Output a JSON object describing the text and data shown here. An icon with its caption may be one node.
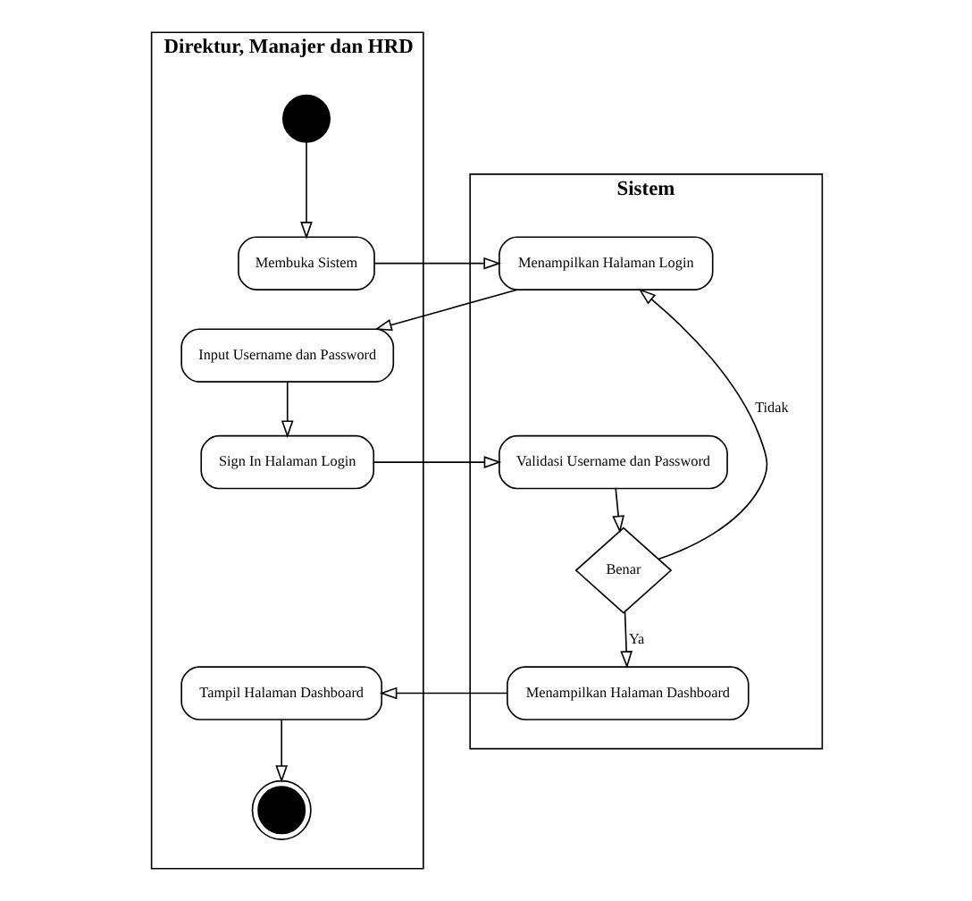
{
  "diagram": {
    "nodes": [
      {
        "text": [
          "Direktur, Manajer dan HRD"
        ]
      },
      {
        "text": [
          "Sistem"
        ]
      },
      {
        "text": [],
        "shape": "circle",
        "in": 0
      },
      {
        "text": [
          "Membuka Sistem"
        ],
        "in": 0
      },
      {
        "text": [
          "Menampilkan Halaman Login"
        ],
        "in": 1
      },
      {
        "text": [
          "Input Username dan Password"
        ],
        "in": 0
      },
      {
        "text": [
          "Sign In Halaman Login"
        ],
        "in": 0
      },
      {
        "text": [
          "Validasi Username dan Password"
        ],
        "in": 1
      },
      {
        "text": [
          "Benar"
        ],
        "in": 1
      },
      {
        "text": [
          "Menampilkan Halaman Dashboard"
        ],
        "in": 1
      },
      {
        "text": [
          "Tampil Halaman Dashboard"
        ],
        "in": 0
      },
      {
        "text": [],
        "shape": "circle",
        "in": 0
      }
    ],
    "edges": [
      {
        "from": 2,
        "to": 3,
        "arrow": "to"
      },
      {
        "from": 3,
        "to": 4,
        "arrow": "to"
      },
      {
        "from": 4,
        "to": 5,
        "arrow": "to"
      },
      {
        "from": 5,
        "to": 6,
        "arrow": "to"
      },
      {
        "from": 6,
        "to": 7,
        "arrow": "to"
      },
      {
        "from": 7,
        "to": 8,
        "arrow": "to"
      },
      {
        "from": 8,
        "to": 4,
        "arrow": "to",
        "label": "Tidak"
      },
      {
        "from": 8,
        "to": 9,
        "arrow": "to",
        "label": "Ya"
      },
      {
        "from": 9,
        "to": 10,
        "arrow": "to"
      },
      {
        "from": 10,
        "to": 11,
        "arrow": "to"
      }
    ]
  }
}
